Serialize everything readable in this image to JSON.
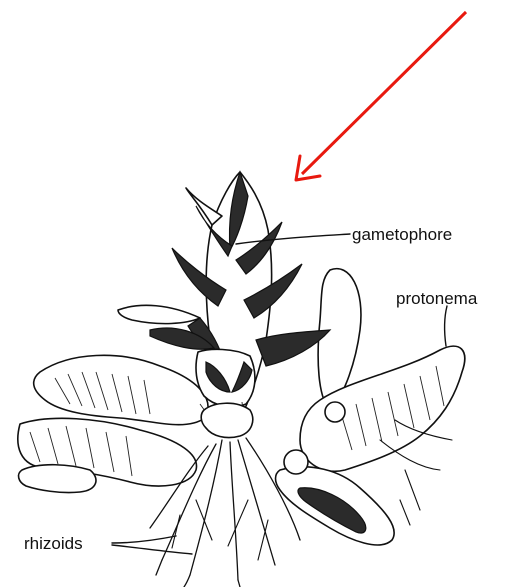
{
  "labels": {
    "gametophore": "gametophore",
    "protonema": "protonema",
    "rhizoids": "rhizoids"
  },
  "colors": {
    "ink": "#111111",
    "arrow": "#e8190f",
    "background": "#ffffff"
  }
}
